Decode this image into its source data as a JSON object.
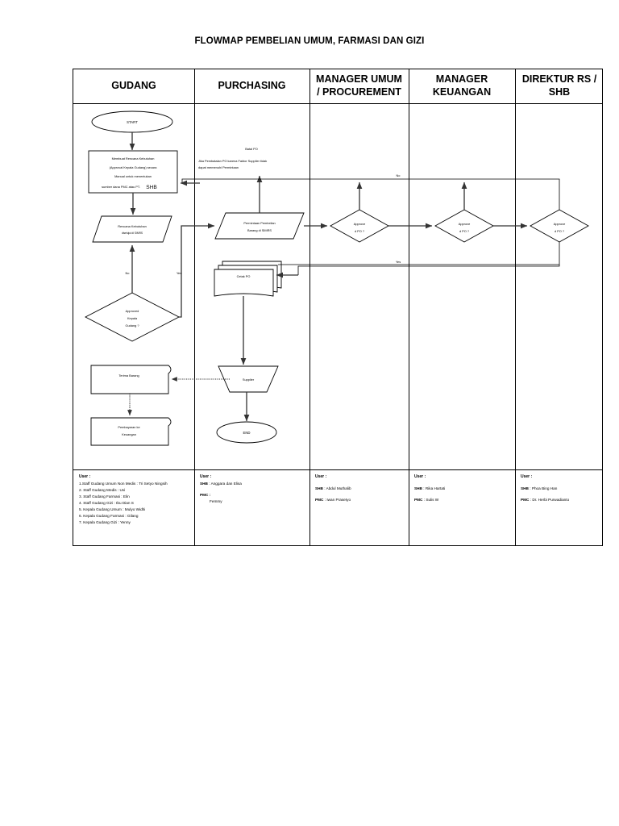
{
  "title": "FLOWMAP PEMBELIAN UMUM, FARMASI DAN GIZI",
  "columns": [
    {
      "id": "gudang",
      "header": "GUDANG"
    },
    {
      "id": "purchasing",
      "header": "PURCHASING"
    },
    {
      "id": "manager_umum",
      "header": "MANAGER UMUM\n/ PROCUREMENT"
    },
    {
      "id": "manager_keuangan",
      "header": "MANAGER\nKEUANGAN"
    },
    {
      "id": "direktur",
      "header": "DIREKTUR RS /\nSHB"
    }
  ],
  "header_lines": {
    "manager_umum_1": "MANAGER UMUM",
    "manager_umum_2": "/ PROCUREMENT",
    "manager_keuangan_1": "MANAGER",
    "manager_keuangan_2": "KEUANGAN",
    "direktur_1": "DIREKTUR RS /",
    "direktur_2": "SHB"
  },
  "nodes": {
    "start": "START",
    "rencana_l1": "Membuat Rencana Kebutuhan",
    "rencana_l2": "(Approval Kepala Gudang) secara",
    "rencana_l3": "Manual untuk menentukan",
    "rencana_l4": "sumber dana PMC atau PT. ",
    "rencana_l4b": "SHB",
    "doc_rencana_l1": "Rencana Kebutuhan",
    "doc_rencana_l2": "disetujui di SIMRS",
    "approved_kepala_l1": "Approved",
    "approved_kepala_l2": "Kepala",
    "approved_kepala_l3": "Gudang ?",
    "terima_barang": "Terima Barang",
    "pembayaran_l1": "Pembayaran ke",
    "pembayaran_l2": "Keuangan",
    "batal_po": "Batal PO",
    "batal_po_note_l1": "Jika Pembatalan PO karena Faktor Supplier tidak",
    "batal_po_note_l2": "dapat memenuhi Permintaan",
    "permintaan_l1": "Permintaan Pembelian",
    "permintaan_l2": "Barang di SIMRS",
    "cetak_po": "Cetak PO",
    "supplier": "Supplier",
    "end": "END",
    "approve_po_l1": "Approve",
    "approve_po_l2": "d  PO ?"
  },
  "edge_labels": {
    "no_left": "No",
    "yes_left": "Yes",
    "no_top": "No",
    "yes_bottom": "Yes"
  },
  "footer": {
    "user_label": "User :",
    "shb_label": "SHB",
    "pmc_label": "PMC",
    "gudang": {
      "user_label": "User :",
      "items": [
        "1.Staff Gudang Umum Non Medis  : Tri Setyo Ningsih",
        "2. Staff Gudang Medis : Uvi",
        "3. Staff Gudang Farmasi : Elin",
        "4. Staff Gudang Gizi :  Ibu Dian S",
        "5. Kepala Gudang Umum : Mulyo Widhi",
        "6. Kepala Gudang Farmasi :  Gilang",
        "7. Kepala Gudang Gizi : Yenny"
      ]
    },
    "purchasing": {
      "user_label": "User :",
      "shb_line": "SHB : Anggara dan Elisa",
      "shb_name": "Anggara dan Elisa",
      "pmc_label": "PMC :",
      "pmc_name": "Femmy"
    },
    "manager_umum": {
      "user_label": "User :",
      "shb_name": "Abdul Muthalib",
      "pmc_name": "Iwan Prasetyo"
    },
    "manager_keuangan": {
      "user_label": "User :",
      "shb_name": "Rika Hartati",
      "pmc_name": "Sulis W"
    },
    "direktur": {
      "user_label": "User :",
      "shb_name": "Phoa Bing Han",
      "pmc_name": "Dr. Herbi Purwadianto"
    }
  }
}
